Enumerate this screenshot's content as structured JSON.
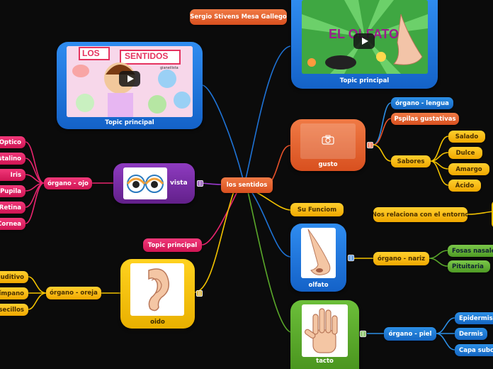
{
  "central": "los sentidos",
  "author": "Sergio Stivens Mesa Gallego",
  "topic_video_left": "Topic principal",
  "topic_video_right": "Topic principal",
  "video_left_title": "LOS",
  "video_left_title2": "SENTIDOS",
  "video_left_sub": "gianeilista",
  "video_right_title": "EL OLFATO",
  "topic_pink": "Topic principal",
  "su_funcion": "Su Funciom",
  "gusto": {
    "label": "gusto",
    "organ": "órgano - lengua",
    "papilas": "Pspilas gustativas",
    "sabores": "Sabores",
    "sabores_list": [
      "Salado",
      "Dulce",
      "Amargo",
      "Ácido"
    ]
  },
  "vista": {
    "label": "vista",
    "organ": "órgano - ojo",
    "parts": [
      "Optico",
      "Cristalino",
      "Iris",
      "Pupila",
      "Retina",
      "Cornea"
    ]
  },
  "oido": {
    "label": "oido",
    "organ": "órgano - oreja",
    "parts": [
      "Conducto auditivo",
      "Tímpano",
      "Huesecillos"
    ]
  },
  "olfato": {
    "label": "olfato",
    "relation": "Nos relaciona con el entorno",
    "organ": "órgano - nariz",
    "parts": [
      "Fosas nasales",
      "Pituitaria"
    ]
  },
  "tacto": {
    "label": "tacto",
    "organ": "órgano - piel",
    "parts": [
      "Epidermis",
      "Dermis",
      "Capa subcutánea"
    ]
  },
  "colors": {
    "background": "#0b0b0b",
    "central": "#e8522a",
    "gusto_card": "#e8522a",
    "vista_card": "#7a2aa8",
    "oido_card": "#f2c200",
    "blue_card": "#1e73d6",
    "tacto_card": "#5aa82a"
  }
}
